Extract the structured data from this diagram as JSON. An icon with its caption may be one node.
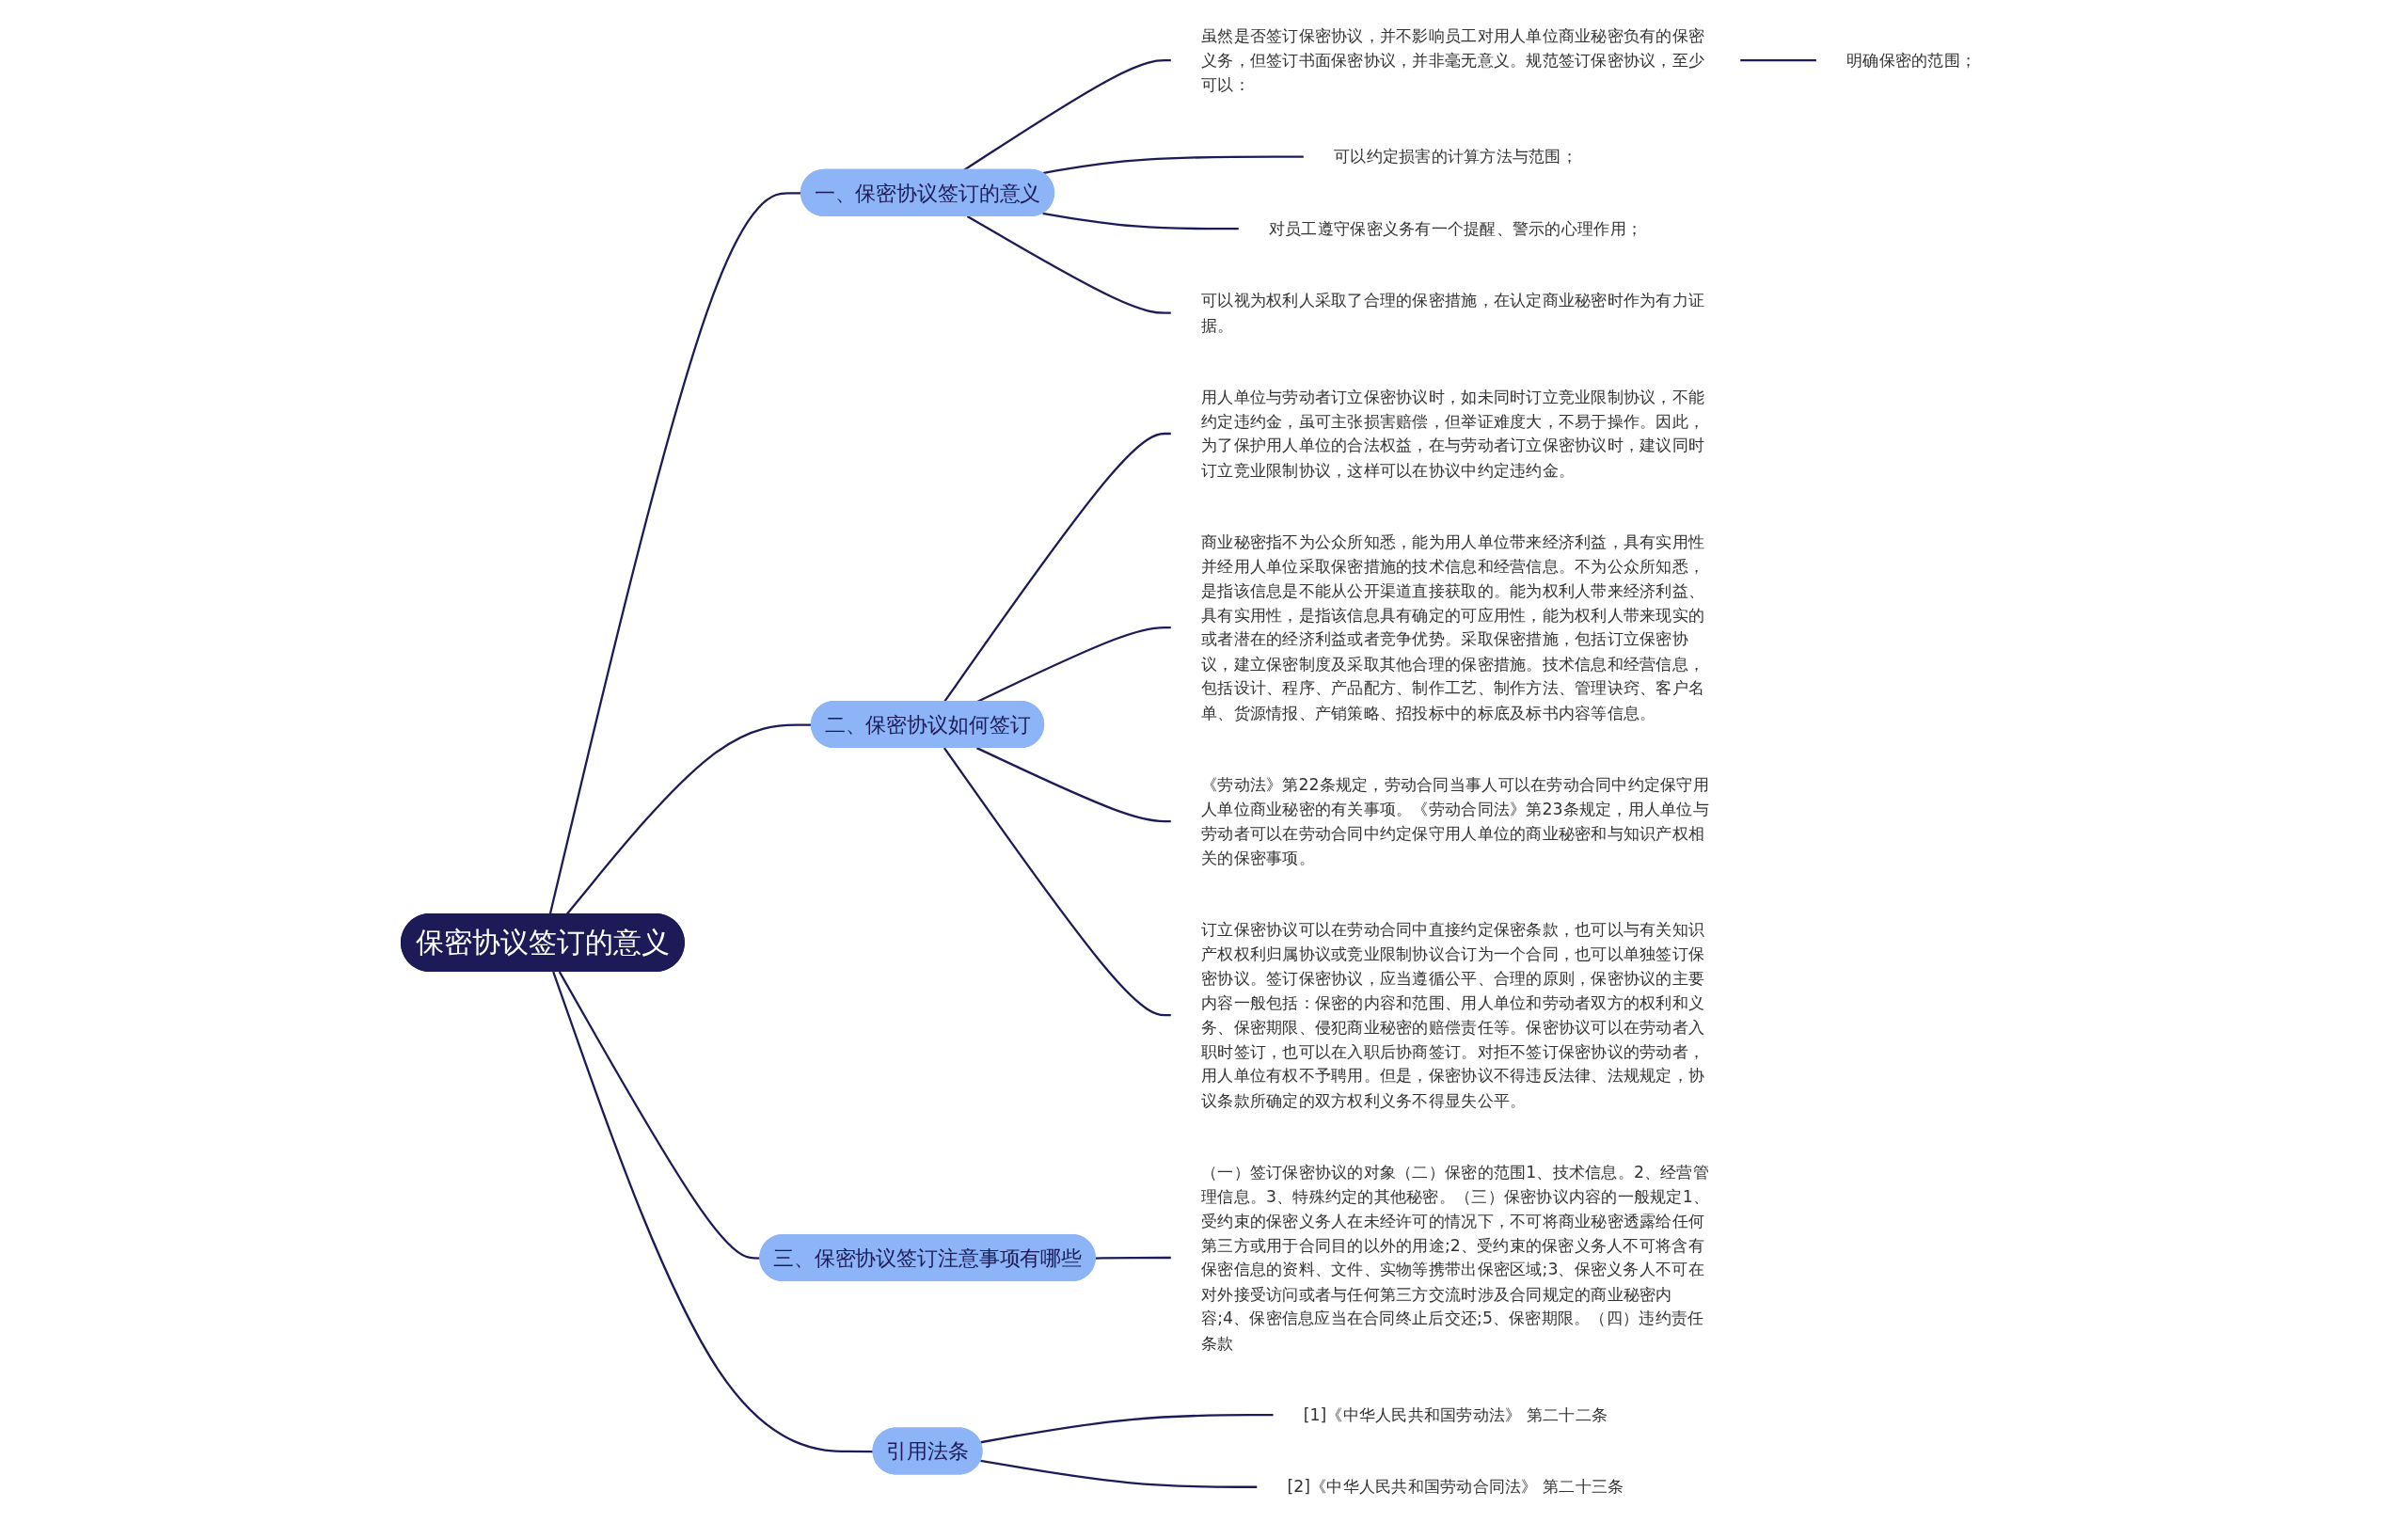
{
  "diagram": {
    "nodes": [
      {
        "text": [
          "保密协议签订的意义"
        ]
      },
      {
        "text": [
          "一、保密协议签订的意义"
        ]
      },
      {
        "text": [
          "虽然是否签订保密协议，并不影响员工对用人单位商业秘密负有的保密义务，但签订书面保密协议，并非毫无意义。规范签订保密协议，至少可以："
        ]
      },
      {
        "text": [
          "明确保密的范围；"
        ]
      },
      {
        "text": [
          "可以约定损害的计算方法与范围；"
        ]
      },
      {
        "text": [
          "对员工遵守保密义务有一个提醒、警示的心理作用；"
        ]
      },
      {
        "text": [
          "可以视为权利人采取了合理的保密措施，在认定商业秘密时作为有力证据。"
        ]
      },
      {
        "text": [
          "二、保密协议如何签订"
        ]
      },
      {
        "text": [
          "用人单位与劳动者订立保密协议时，如未同时订立竞业限制协议，不能约定违约金，虽可主张损害赔偿，但举证难度大，不易于操作。因此，为了保护用人单位的合法权益，在与劳动者订立保密协议时，建议同时订立竞业限制协议，这样可以在协议中约定违约金。"
        ]
      },
      {
        "text": [
          "商业秘密指不为公众所知悉，能为用人单位带来经济利益，具有实用性并经用人单位采取保密措施的技术信息和经营信息。不为公众所知悉，是指该信息是不能从公开渠道直接获取的。能为权利人带来经济利益、具有实用性，是指该信息具有确定的可应用性，能为权利人带来现实的或者潜在的经济利益或者竞争优势。采取保密措施，包括订立保密协议，建立保密制度及采取其他合理的保密措施。技术信息和经营信息，包括设计、程序、产品配方、制作工艺、制作方法、管理诀窍、客户名单、货源情报、产销策略、招投标中的标底及标书内容等信息。"
        ]
      },
      {
        "text": [
          "《劳动法》第22条规定，劳动合同当事人可以在劳动合同中约定保守用人单位商业秘密的有关事项。《劳动合同法》第23条规定，用人单位与劳动者可以在劳动合同中约定保守用人单位的商业秘密和与知识产权相关的保密事项。"
        ]
      },
      {
        "text": [
          "订立保密协议可以在劳动合同中直接约定保密条款，也可以与有关知识产权权利归属协议或竞业限制协议合订为一个合同，也可以单独签订保密协议。签订保密协议，应当遵循公平、合理的原则，保密协议的主要内容一般包括：保密的内容和范围、用人单位和劳动者双方的权利和义务、保密期限、侵犯商业秘密的赔偿责任等。保密协议可以在劳动者入职时签订，也可以在入职后协商签订。对拒不签订保密协议的劳动者，用人单位有权不予聘用。但是，保密协议不得违反法律、法规规定，协议条款所确定的双方权利义务不得显失公平。"
        ]
      },
      {
        "text": [
          "三、保密协议签订注意事项有哪些"
        ]
      },
      {
        "text": [
          "（一）签订保密协议的对象（二）保密的范围1、技术信息。2、经营管理信息。3、特殊约定的其他秘密。（三）保密协议内容的一般规定1、受约束的保密义务人在未经许可的情况下，不可将商业秘密透露给任何第三方或用于合同目的以外的用途;2、受约束的保密义务人不可将含有保密信息的资料、文件、实物等携带出保密区域;3、保密义务人不可在对外接受访问或者与任何第三方交流时涉及合同规定的商业秘密内容;4、保密信息应当在合同终止后交还;5、保密期限。（四）违约责任条款"
        ]
      },
      {
        "text": [
          "引用法条"
        ]
      },
      {
        "text": [
          "[1]《中华人民共和国劳动法》 第二十二条"
        ]
      },
      {
        "text": [
          "[2]《中华人民共和国劳动合同法》 第二十三条"
        ]
      }
    ],
    "edges": [
      {
        "from": 0,
        "to": 1,
        "arrow": "none"
      },
      {
        "from": 1,
        "to": 2,
        "arrow": "none"
      },
      {
        "from": 2,
        "to": 3,
        "arrow": "none"
      },
      {
        "from": 1,
        "to": 4,
        "arrow": "none"
      },
      {
        "from": 1,
        "to": 5,
        "arrow": "none"
      },
      {
        "from": 1,
        "to": 6,
        "arrow": "none"
      },
      {
        "from": 0,
        "to": 7,
        "arrow": "none"
      },
      {
        "from": 7,
        "to": 8,
        "arrow": "none"
      },
      {
        "from": 7,
        "to": 9,
        "arrow": "none"
      },
      {
        "from": 7,
        "to": 10,
        "arrow": "none"
      },
      {
        "from": 7,
        "to": 11,
        "arrow": "none"
      },
      {
        "from": 0,
        "to": 12,
        "arrow": "none"
      },
      {
        "from": 12,
        "to": 13,
        "arrow": "none"
      },
      {
        "from": 0,
        "to": 14,
        "arrow": "none"
      },
      {
        "from": 14,
        "to": 15,
        "arrow": "none"
      },
      {
        "from": 14,
        "to": 16,
        "arrow": "none"
      }
    ]
  }
}
